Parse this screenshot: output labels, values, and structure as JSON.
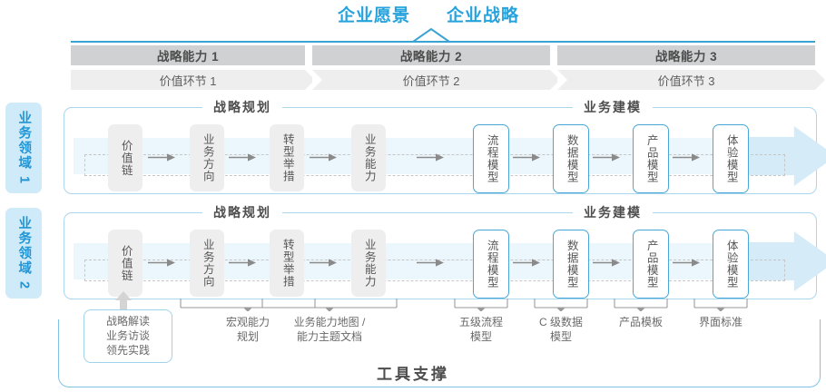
{
  "header": {
    "vision": "企业愿景",
    "strategy": "企业战略"
  },
  "capabilities": [
    {
      "label": "战略能力 1"
    },
    {
      "label": "战略能力 2"
    },
    {
      "label": "战略能力 3"
    }
  ],
  "value_stages": [
    {
      "label": "价值环节 1"
    },
    {
      "label": "价值环节 2"
    },
    {
      "label": "价值环节 3"
    }
  ],
  "domains": [
    {
      "label": "业务领域 1"
    },
    {
      "label": "业务领域 2"
    }
  ],
  "sections": {
    "strategy_planning": "战略规划",
    "business_modeling": "业务建模"
  },
  "nodes": {
    "planning": [
      {
        "label": "价值链"
      },
      {
        "label": "业务方向"
      },
      {
        "label": "转型举措"
      },
      {
        "label": "业务能力"
      }
    ],
    "modeling": [
      {
        "label": "流程模型"
      },
      {
        "label": "数据模型"
      },
      {
        "label": "产品模型"
      },
      {
        "label": "体验模型"
      }
    ]
  },
  "deliverables": [
    {
      "label": "战略解读\n业务访谈\n领先实践",
      "line1": "战略解读",
      "line2": "业务访谈",
      "line3": "领先实践"
    },
    {
      "line1": "宏观能力",
      "line2": "规划"
    },
    {
      "line1": "业务能力地图 /",
      "line2": "能力主题文档"
    },
    {
      "line1": "五级流程",
      "line2": "模型"
    },
    {
      "line1": "C 级数据",
      "line2": "模型"
    },
    {
      "line1": "产品模板",
      "line2": ""
    },
    {
      "line1": "界面标准",
      "line2": ""
    }
  ],
  "tool_support": {
    "label": "工具支撑"
  },
  "colors": {
    "accent_blue": "#26a3dd",
    "border_blue": "#a9d7ee",
    "band_blue": "#ecf7fd",
    "arrow_blue": "#d5ecf8",
    "cap_gray": "#d0d1d2",
    "val_gray": "#eeeeee",
    "node_gray": "#eeeeee",
    "tab_blue": "#cfeaf8"
  }
}
